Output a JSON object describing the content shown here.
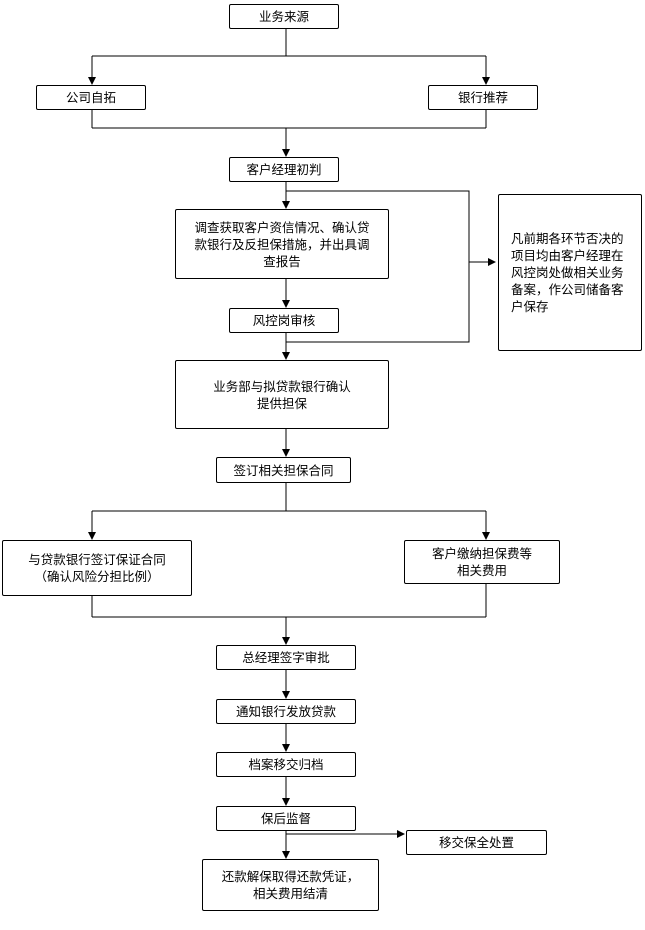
{
  "nodes": {
    "source": "业务来源",
    "self": "公司自拓",
    "bank_rec": "银行推荐",
    "initial": "客户经理初判",
    "investigate": "调查获取客户资信情况、确认贷\n款银行及反担保措施，并出具调\n查报告",
    "risk": "风控岗审核",
    "note": "凡前期各环节否决的\n项目均由客户经理在\n风控岗处做相关业务\n备案，作公司储备客\n户保存",
    "confirm": "业务部与拟贷款银行确认\n提供担保",
    "sign": "签订相关担保合同",
    "bank_contract": "与贷款银行签订保证合同\n（确认风险分担比例）",
    "fee": "客户缴纳担保费等\n相关费用",
    "approve": "总经理签字审批",
    "notify": "通知银行发放贷款",
    "archive": "档案移交归档",
    "supervise": "保后监督",
    "transfer": "移交保全处置",
    "repay": "还款解保取得还款凭证，\n相关费用结清"
  }
}
